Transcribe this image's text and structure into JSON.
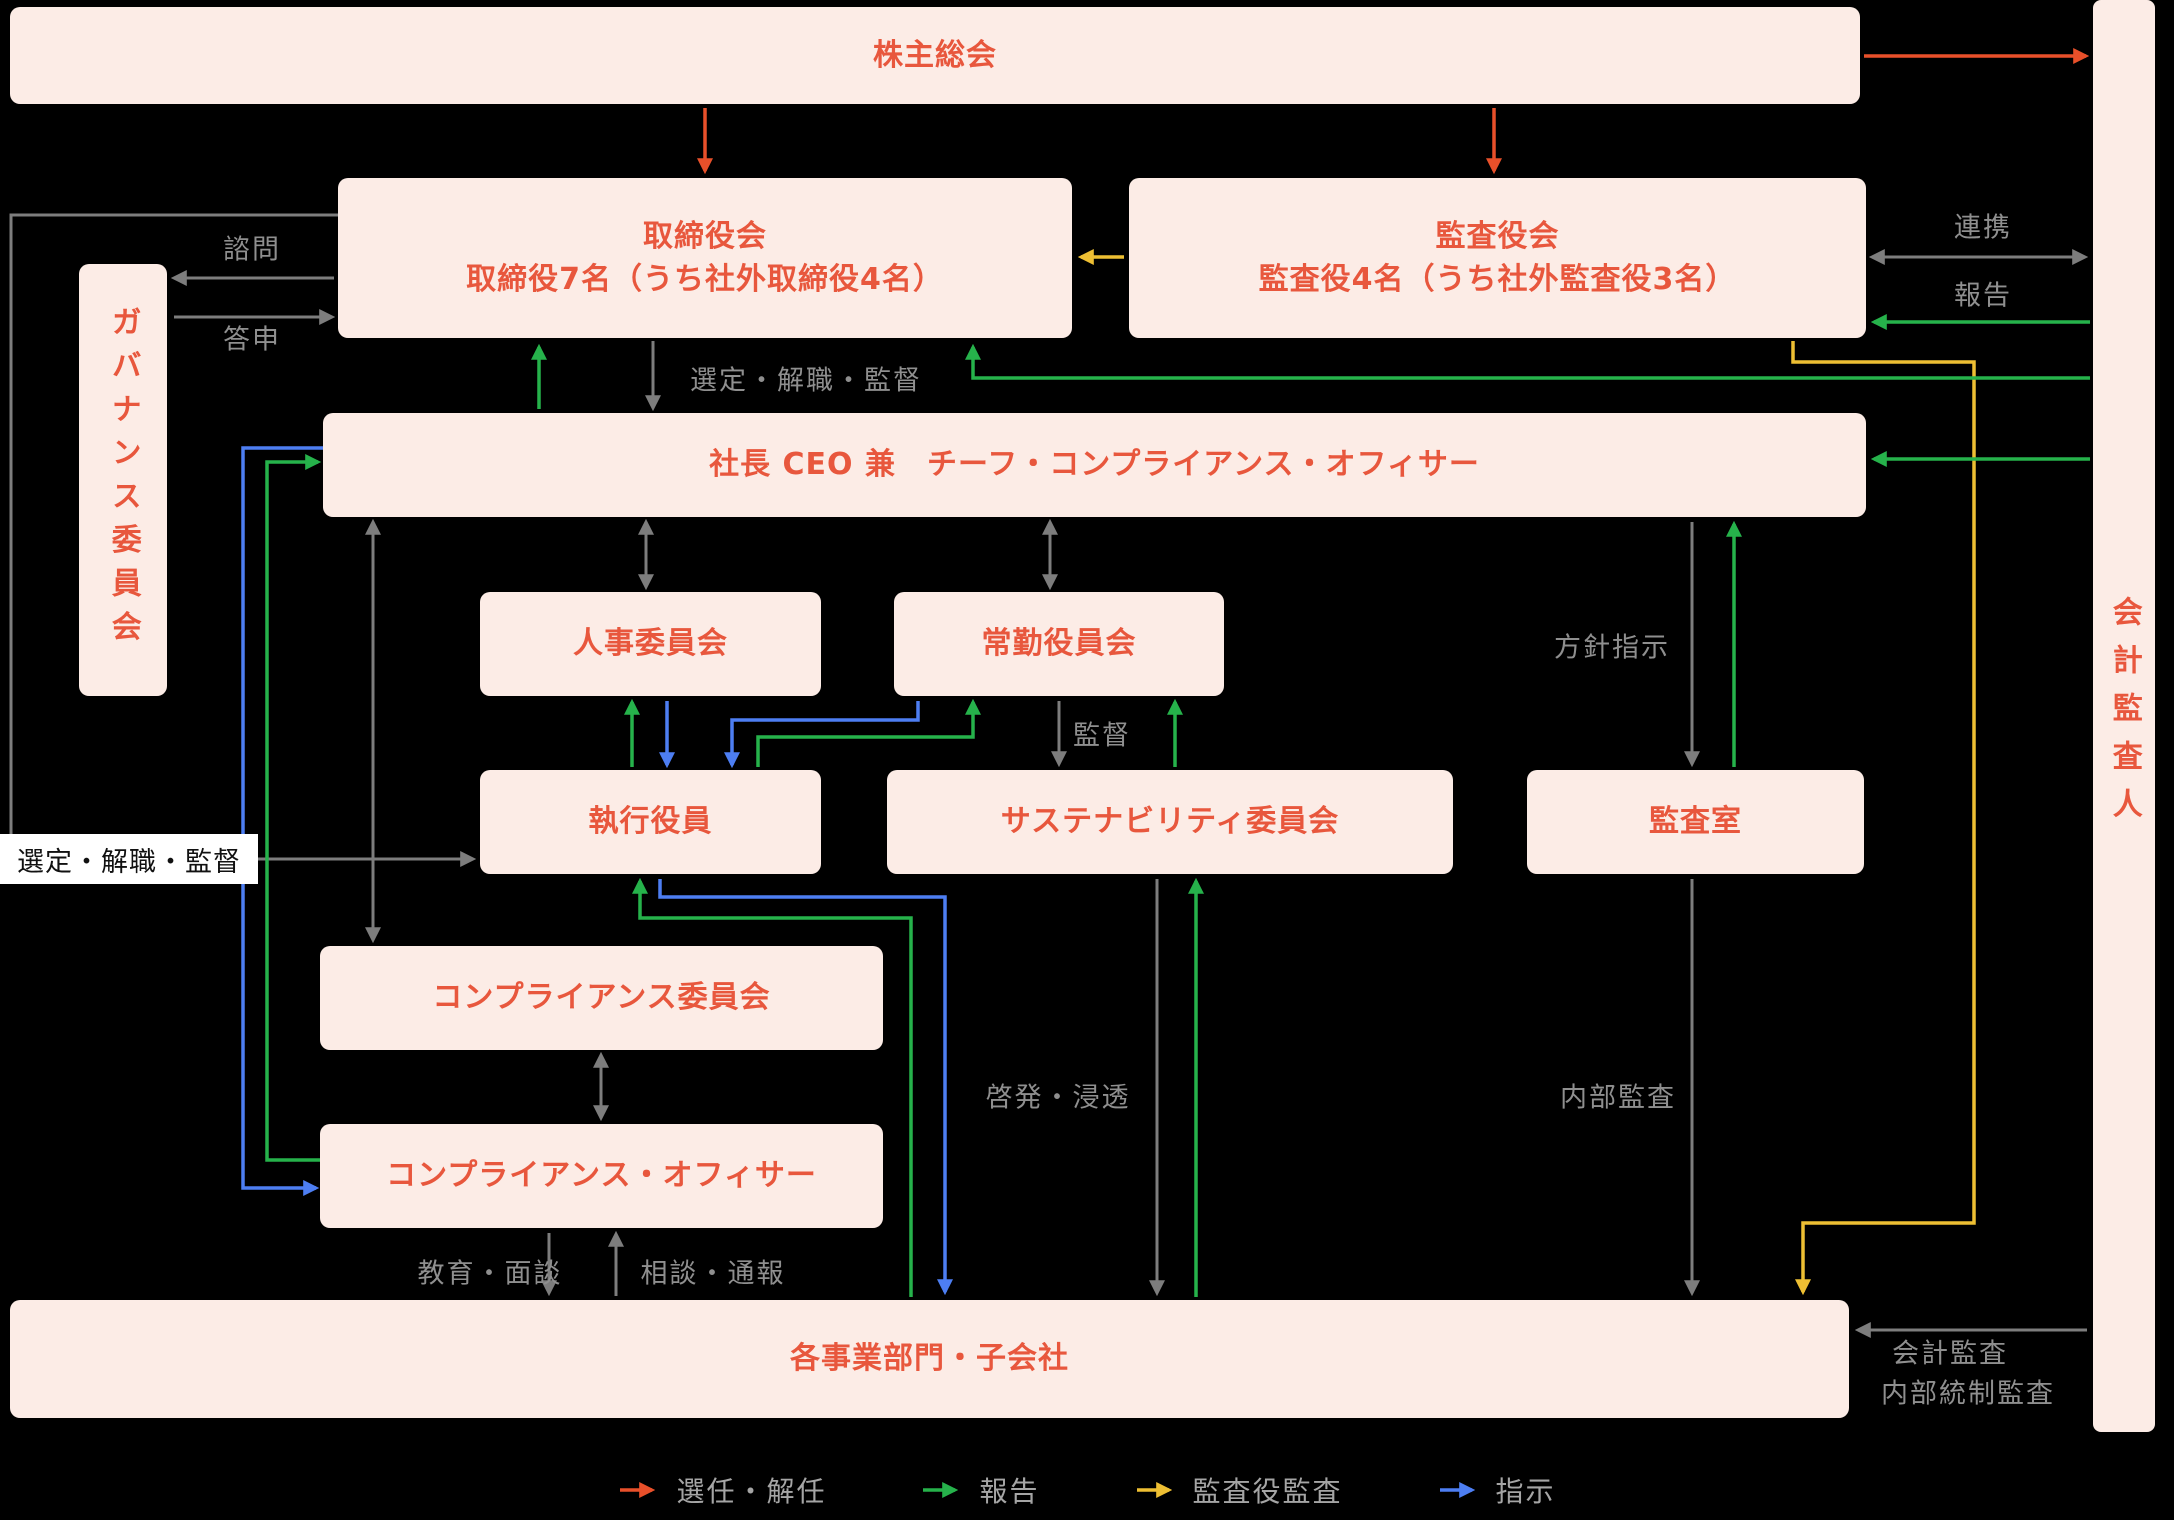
{
  "colors": {
    "box_bg": "#fcece6",
    "box_text": "#e8573d",
    "label_gray": "#8f8f8f",
    "gray": "#7d7d7d",
    "red": "#e8502a",
    "green": "#26b24b",
    "yellow": "#eebf33",
    "blue": "#4d7ef2"
  },
  "nodes": {
    "shareholders": {
      "label": "株主総会"
    },
    "board": {
      "line1": "取締役会",
      "line2": "取締役7名（うち社外取締役4名）"
    },
    "audit_board": {
      "line1": "監査役会",
      "line2": "監査役4名（うち社外監査役3名）"
    },
    "governance": {
      "label": "ガバナンス委員会"
    },
    "ceo": {
      "label": "社長 CEO 兼　チーフ・コンプライアンス・オフィサー"
    },
    "hr": {
      "label": "人事委員会"
    },
    "standing": {
      "label": "常勤役員会"
    },
    "exec": {
      "label": "執行役員"
    },
    "sustainability": {
      "label": "サステナビリティ委員会"
    },
    "audit_office": {
      "label": "監査室"
    },
    "compliance_committee": {
      "label": "コンプライアンス委員会"
    },
    "compliance_officer": {
      "label": "コンプライアンス・オフィサー"
    },
    "divisions": {
      "label": "各事業部門・子会社"
    },
    "accounting_auditor": {
      "label": "会計監査人"
    }
  },
  "edge_labels": {
    "shimon": "諮問",
    "toshin": "答申",
    "sentei_board_ceo": "選定・解職・監督",
    "sentei_exec": "選定・解職・監督",
    "renkei": "連携",
    "hokoku": "報告",
    "hoshin": "方針指示",
    "kantoku": "監督",
    "keihatsu": "啓発・浸透",
    "naibu": "内部監査",
    "kyoiku": "教育・面談",
    "sodan": "相談・通報",
    "kaikei": "会計監査",
    "naibutosei": "内部統制監査"
  },
  "legend": [
    {
      "label": "選任・解任",
      "color_key": "red"
    },
    {
      "label": "報告",
      "color_key": "green"
    },
    {
      "label": "監査役監査",
      "color_key": "yellow"
    },
    {
      "label": "指示",
      "color_key": "blue"
    }
  ]
}
